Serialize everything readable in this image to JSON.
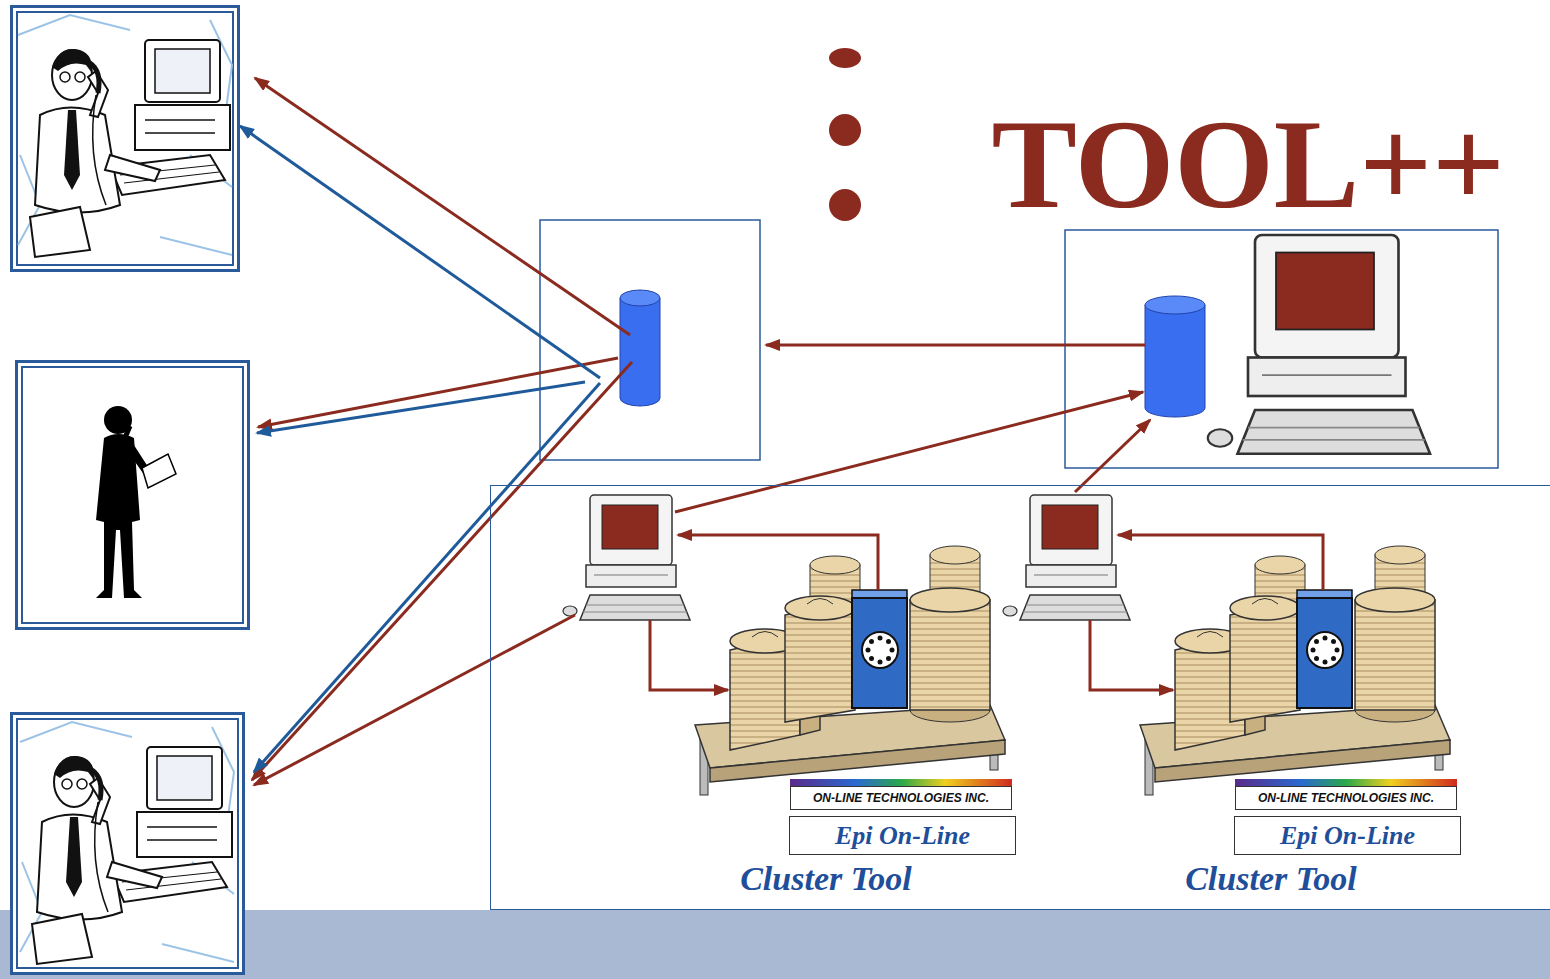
{
  "diagram": {
    "title": "TOOL++",
    "nodes": [
      {
        "text": [
          "Cluster Tool",
          "Cluster Tool"
        ]
      },
      {
        "text": [
          "Epi On-Line"
        ],
        "in": 0
      },
      {
        "text": [
          "Epi On-Line"
        ],
        "in": 0
      }
    ],
    "labels": [
      "ON-LINE TECHNOLOGIES INC.",
      "ON-LINE TECHNOLOGIES INC."
    ]
  }
}
